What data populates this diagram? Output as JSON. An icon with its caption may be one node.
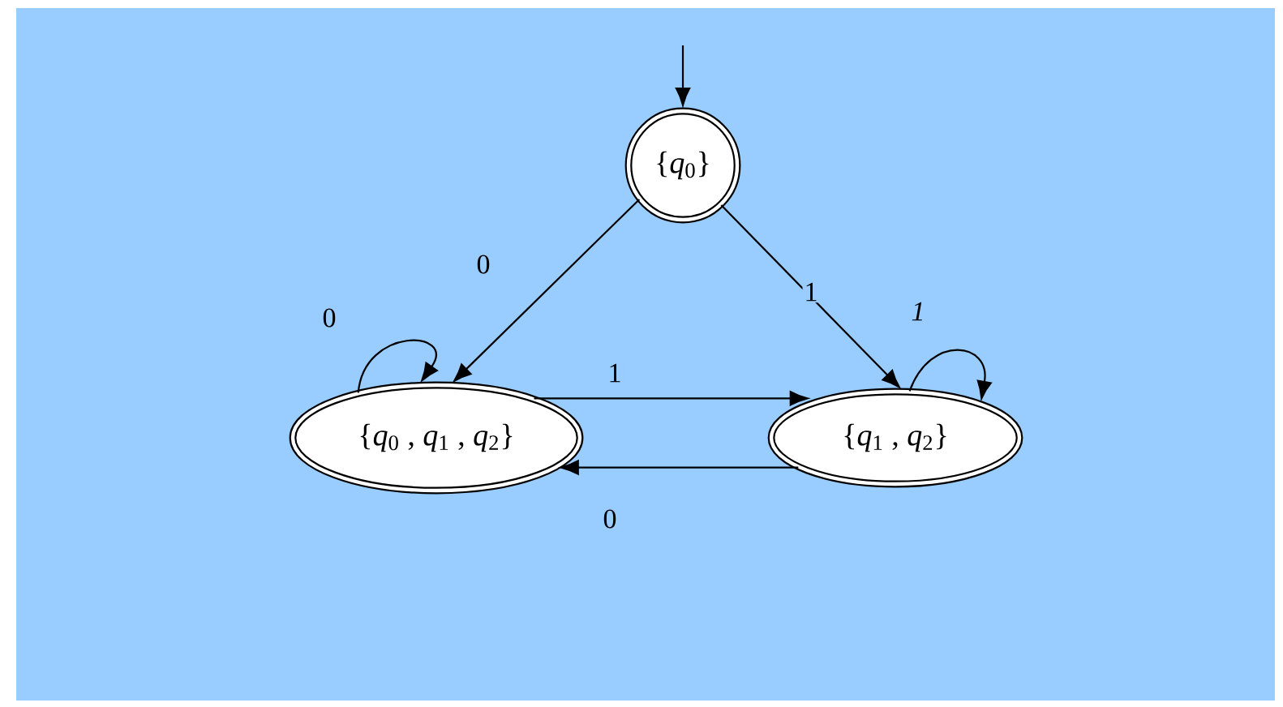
{
  "diagram": {
    "nodes": [
      {
        "text": [
          "{*q*$_{0}$}"
        ]
      },
      {
        "text": [
          "{*q*$_{0}$ , *q*$_{1}$ , *q*$_{2}$}"
        ]
      },
      {
        "text": [
          "{*q*$_{1}$ , *q*$_{2}$}"
        ]
      }
    ],
    "edges": [
      {
        "from": null,
        "to": 0,
        "arrow": "to"
      },
      {
        "from": 0,
        "to": 1,
        "label": "0",
        "arrow": "to"
      },
      {
        "from": 0,
        "to": 2,
        "label": "1",
        "arrow": "to"
      },
      {
        "from": 1,
        "to": 1,
        "label": "0",
        "arrow": "to"
      },
      {
        "from": 2,
        "to": 2,
        "label": "1",
        "arrow": "to"
      },
      {
        "from": 1,
        "to": 2,
        "label": "1",
        "arrow": "to"
      },
      {
        "from": 2,
        "to": 1,
        "label": "0",
        "arrow": "to"
      }
    ]
  }
}
